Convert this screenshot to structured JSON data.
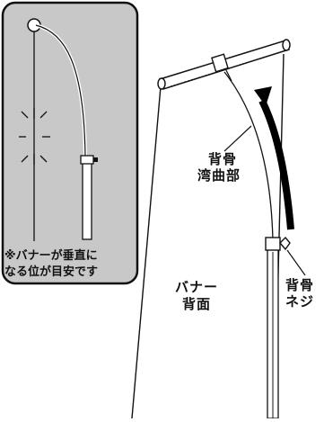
{
  "inset": {
    "note_line1": "※バナーが垂直に",
    "note_line2": "なる位が目安です"
  },
  "labels": {
    "spine_curve_line1": "背骨",
    "spine_curve_line2": "湾曲部",
    "banner_back_line1": "バナー",
    "banner_back_line2": "背面",
    "spine_screw_line1": "背骨",
    "spine_screw_line2": "ネジ"
  },
  "colors": {
    "inset_bg": "#c8c8c8",
    "line": "#111111",
    "arrow": "#000000"
  }
}
